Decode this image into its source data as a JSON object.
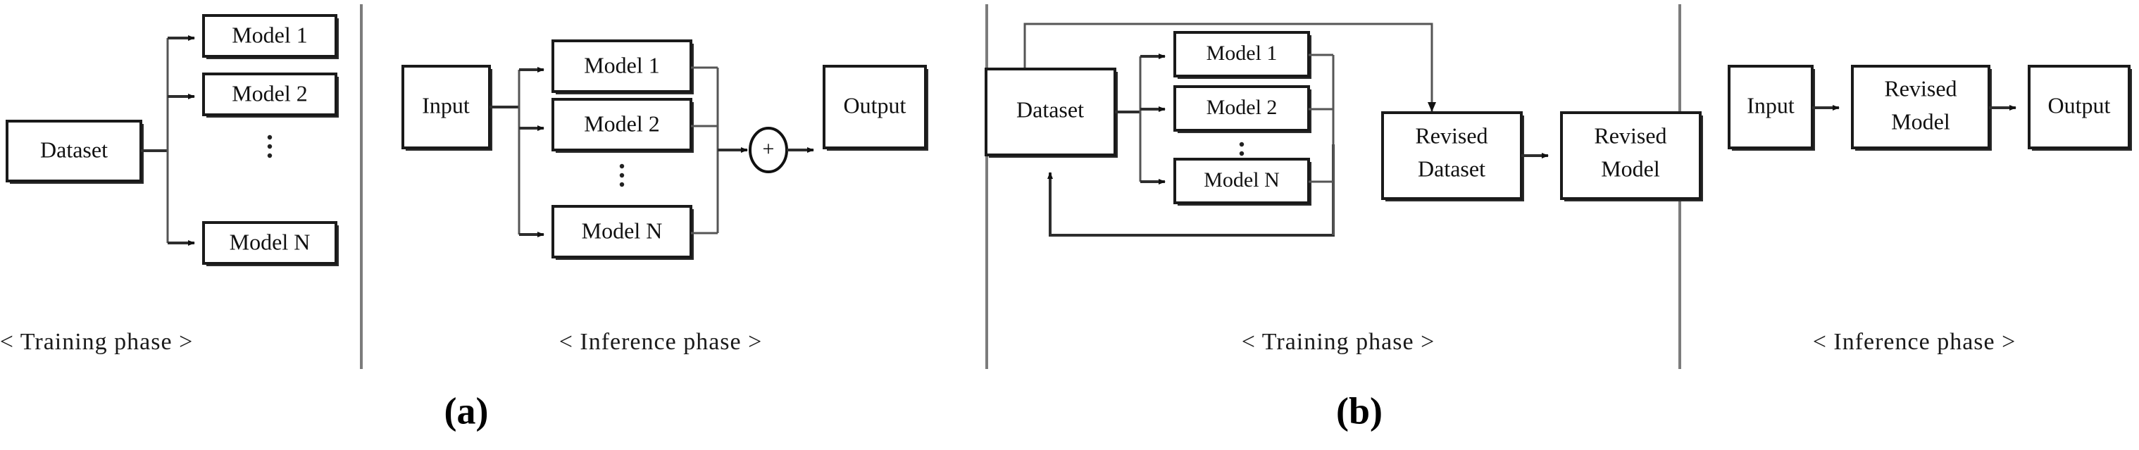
{
  "figure": {
    "title": "Ensemble training and inference pipeline (a) baseline, (b) dataset revision",
    "background_color": "#ffffff",
    "box_stroke_color": "#1a1a1a",
    "line_color": "#555555",
    "arrow_color": "#111111",
    "divider_color": "#7c7c7c"
  },
  "panels": [
    {
      "id": "a-training",
      "phase_label": "< Training phase >",
      "nodes": {
        "source": "Dataset",
        "model_1": "Model 1",
        "model_2": "Model 2",
        "model_n": "Model N",
        "ellipsis": "⋮"
      }
    },
    {
      "id": "a-inference",
      "phase_label": "< Inference phase >",
      "nodes": {
        "input": "Input",
        "model_1": "Model 1",
        "model_2": "Model 2",
        "model_n": "Model N",
        "ellipsis": "⋮",
        "combiner": "+",
        "output": "Output"
      }
    },
    {
      "id": "b-training",
      "phase_label": "< Training phase >",
      "nodes": {
        "source": "Dataset",
        "model_1": "Model 1",
        "model_2": "Model 2",
        "model_n": "Model N",
        "ellipsis": "⋮",
        "revised_dataset": "Revised\nDataset",
        "revised_dataset_line1": "Revised",
        "revised_dataset_line2": "Dataset",
        "revised_model_line1": "Revised",
        "revised_model_line2": "Model"
      }
    },
    {
      "id": "b-inference",
      "phase_label": "< Inference phase >",
      "nodes": {
        "input": "Input",
        "revised_model_line1": "Revised",
        "revised_model_line2": "Model",
        "output": "Output"
      }
    }
  ],
  "captions": {
    "a": "(a)",
    "b": "(b)"
  }
}
